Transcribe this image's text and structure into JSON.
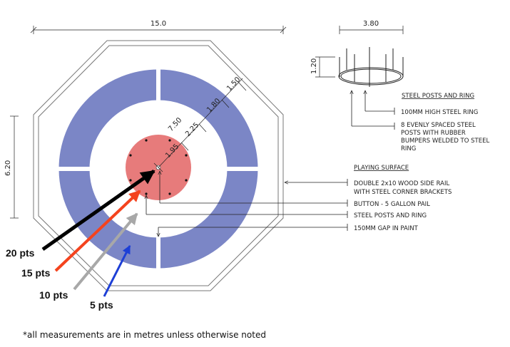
{
  "colors": {
    "outer_ring": "#7b86c6",
    "button": "#e77b7b",
    "arrow_20": "#000000",
    "arrow_15": "#f4431e",
    "arrow_10": "#a8a8a8",
    "arrow_5": "#1d3fd6"
  },
  "dimensions": {
    "overall_width": "15.0",
    "overall_height": "6.20",
    "rail_offset": "1.50",
    "ring_width": "1.80",
    "inner_radius": "2.25",
    "outer_radius": "7.50",
    "button_radius": "1.95",
    "ring_detail_width": "3.80",
    "ring_detail_height": "1.20"
  },
  "detail": {
    "title": "STEEL POSTS AND RING",
    "label_ring": "100MM HIGH STEEL RING",
    "label_posts_line1": "8 EVENLY SPACED STEEL",
    "label_posts_line2": "POSTS WITH RUBBER",
    "label_posts_line3": "BUMPERS WELDED TO STEEL",
    "label_posts_line4": "RING"
  },
  "annotations": {
    "title": "PLAYING SURFACE",
    "rail_line1": "DOUBLE 2x10 WOOD SIDE RAIL",
    "rail_line2": "WITH STEEL CORNER BRACKETS",
    "button": "BUTTON - 5 GALLON PAIL",
    "posts": "STEEL POSTS AND RING",
    "gap": "150MM GAP IN PAINT"
  },
  "scores": {
    "s20": "20 pts",
    "s15": "15 pts",
    "s10": "10 pts",
    "s5": "5 pts"
  },
  "footnote": "*all measurements are in metres unless otherwise noted"
}
